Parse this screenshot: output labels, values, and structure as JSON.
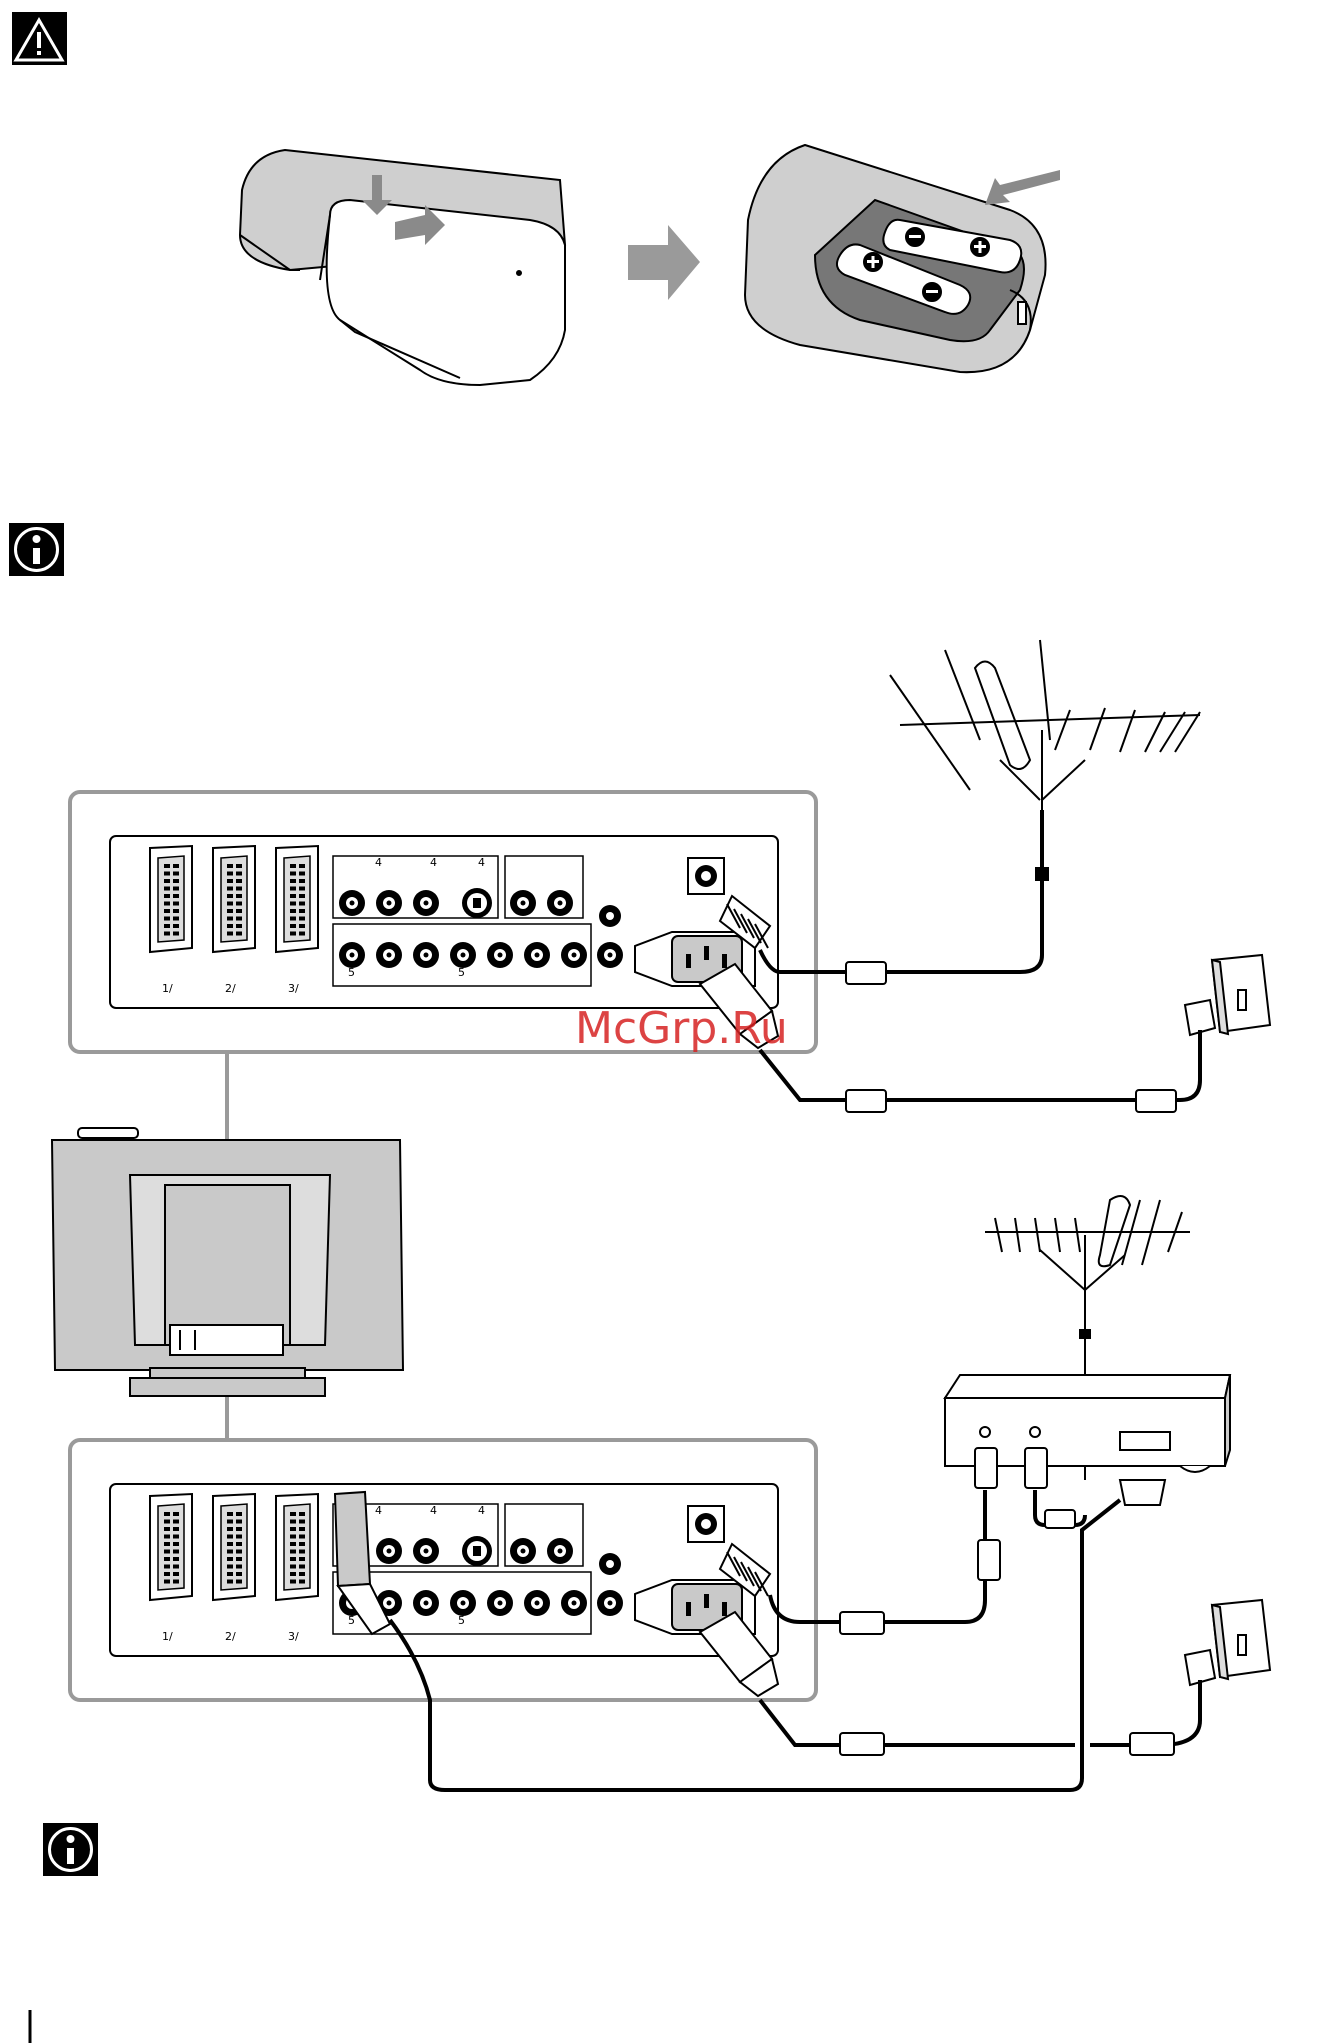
{
  "icons": {
    "warning": "warning-triangle-icon",
    "info_top": "info-icon",
    "info_bottom": "info-icon"
  },
  "watermark": {
    "text": "McGrp.Ru",
    "color": "#d72323"
  },
  "panel_labels": {
    "in4_a": "4",
    "in4_b": "4",
    "in4_svideo": "4",
    "in5_a": "5",
    "in5_b": "5",
    "scart1": "1/",
    "scart2": "2/",
    "scart3": "3/"
  },
  "colors": {
    "line": "#000000",
    "tv_gray": "#c9c9c9",
    "panel_border": "#9a9a9a",
    "arrow_gray": "#9a9a9a"
  }
}
